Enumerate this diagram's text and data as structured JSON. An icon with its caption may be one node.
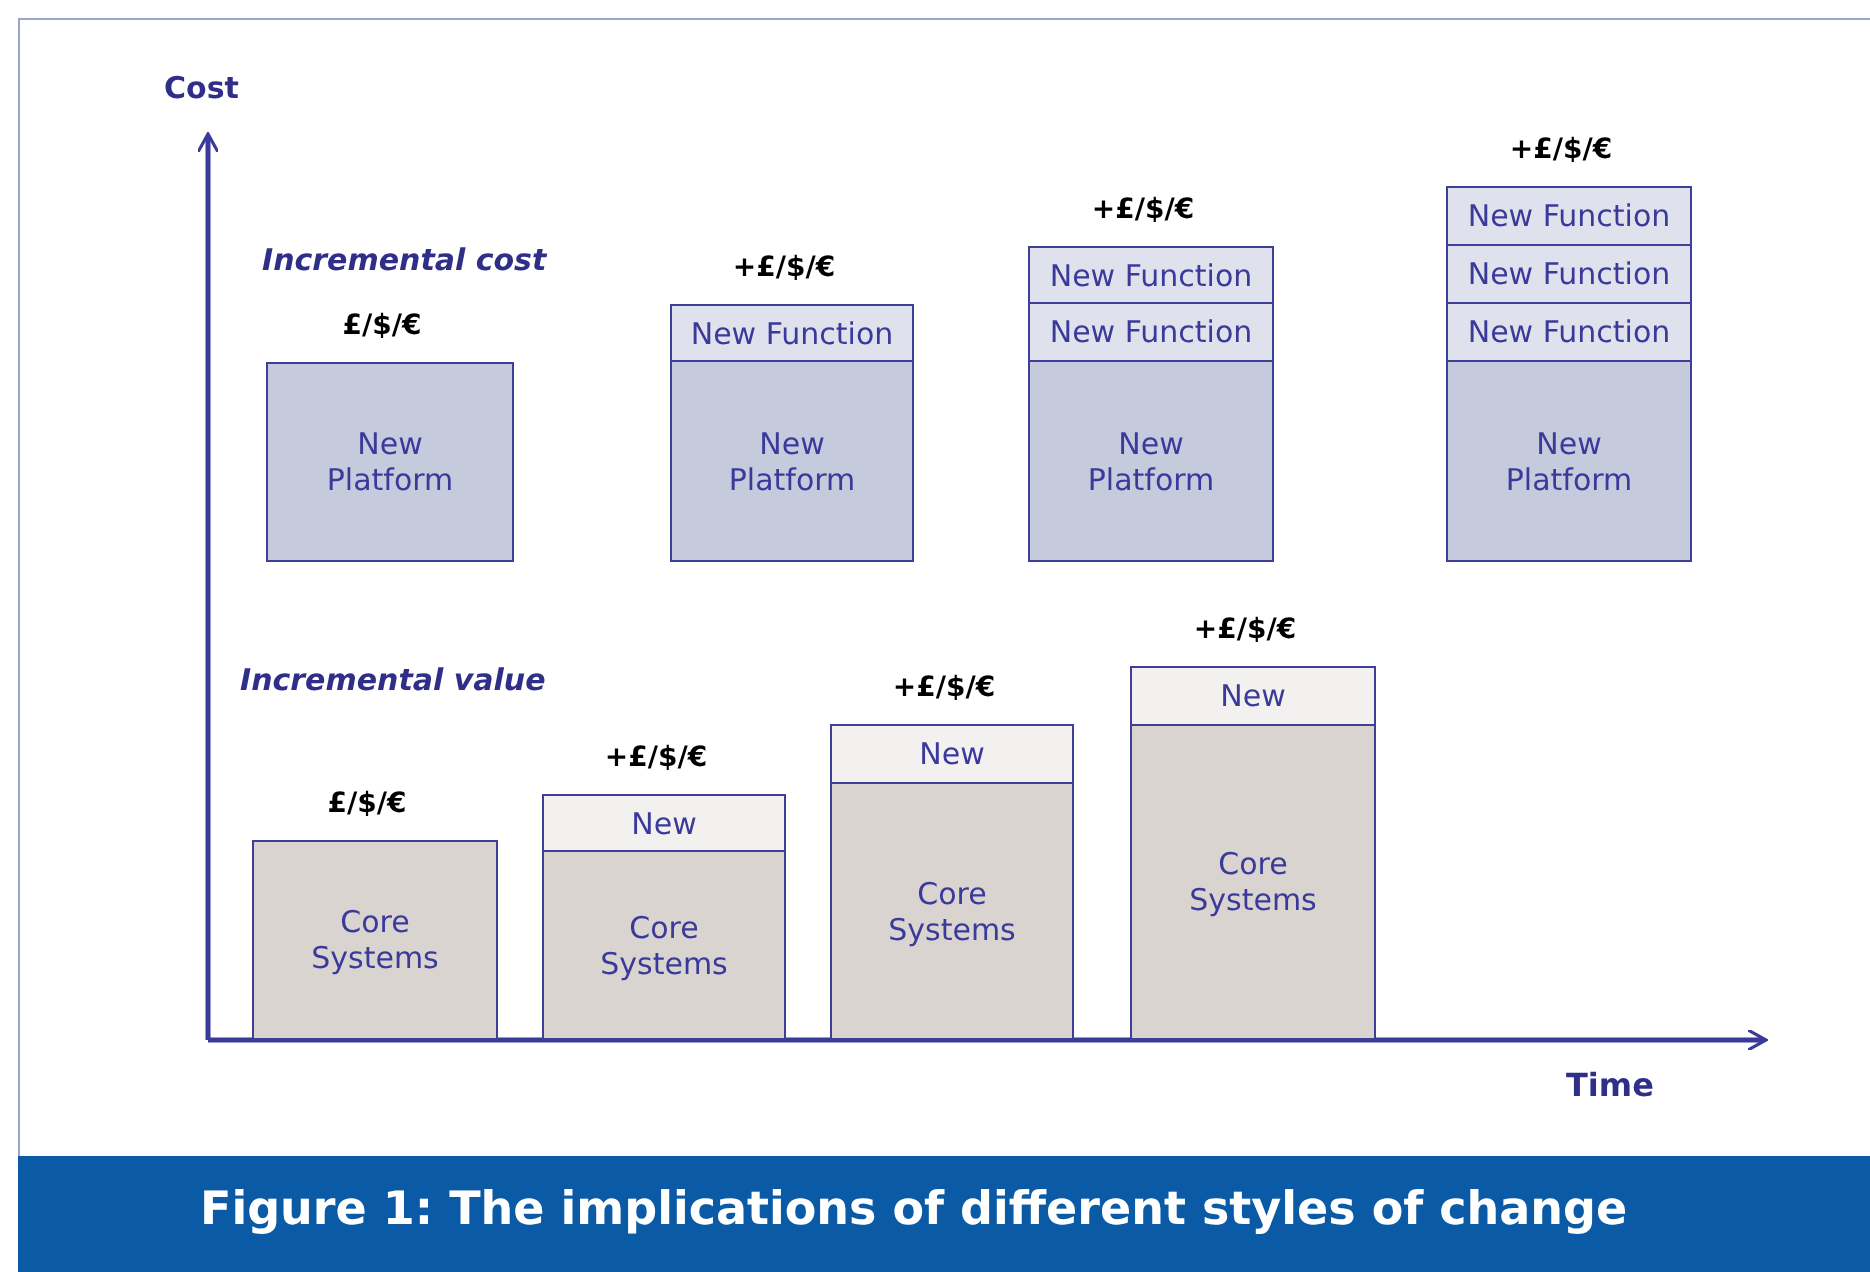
{
  "diagram": {
    "caption": "Figure 1: The implications of different styles of change",
    "nodes": [
      {
        "text": [
          "New Platform"
        ],
        "beside": [
          "£/$/€"
        ]
      },
      {
        "text": [
          "New Function"
        ],
        "beside": [
          "+£/$/€"
        ]
      },
      {
        "text": [
          "New Platform"
        ]
      },
      {
        "text": [
          "New Function"
        ],
        "beside": [
          "+£/$/€"
        ]
      },
      {
        "text": [
          "New Function"
        ]
      },
      {
        "text": [
          "New Platform"
        ]
      },
      {
        "text": [
          "New Function"
        ],
        "beside": [
          "+£/$/€"
        ]
      },
      {
        "text": [
          "New Function"
        ]
      },
      {
        "text": [
          "New Function"
        ]
      },
      {
        "text": [
          "New Platform"
        ]
      },
      {
        "text": [
          "Core Systems"
        ],
        "beside": [
          "£/$/€"
        ]
      },
      {
        "text": [
          "New"
        ],
        "beside": [
          "+£/$/€"
        ]
      },
      {
        "text": [
          "Core Systems"
        ]
      },
      {
        "text": [
          "New"
        ],
        "beside": [
          "+£/$/€"
        ]
      },
      {
        "text": [
          "Core Systems"
        ]
      },
      {
        "text": [
          "New"
        ],
        "beside": [
          "+£/$/€"
        ]
      },
      {
        "text": [
          "Core Systems"
        ]
      }
    ],
    "edges": [],
    "labels": [
      "Cost",
      "Incremental cost",
      "Incremental value",
      "Time"
    ]
  }
}
